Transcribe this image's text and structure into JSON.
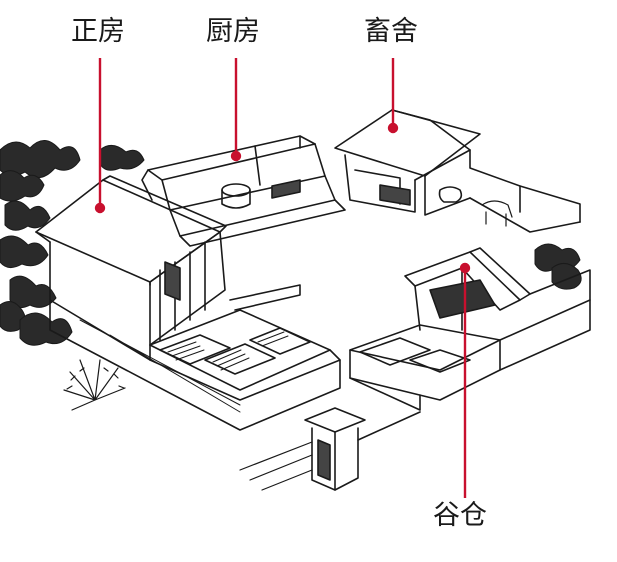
{
  "labels": {
    "main_house": "正房",
    "kitchen": "厨房",
    "livestock_shed": "畜舍",
    "granary": "谷仓"
  },
  "colors": {
    "line": "#1a1a1a",
    "leader": "#c8102e",
    "background": "#ffffff",
    "roof": "#ffffff"
  }
}
